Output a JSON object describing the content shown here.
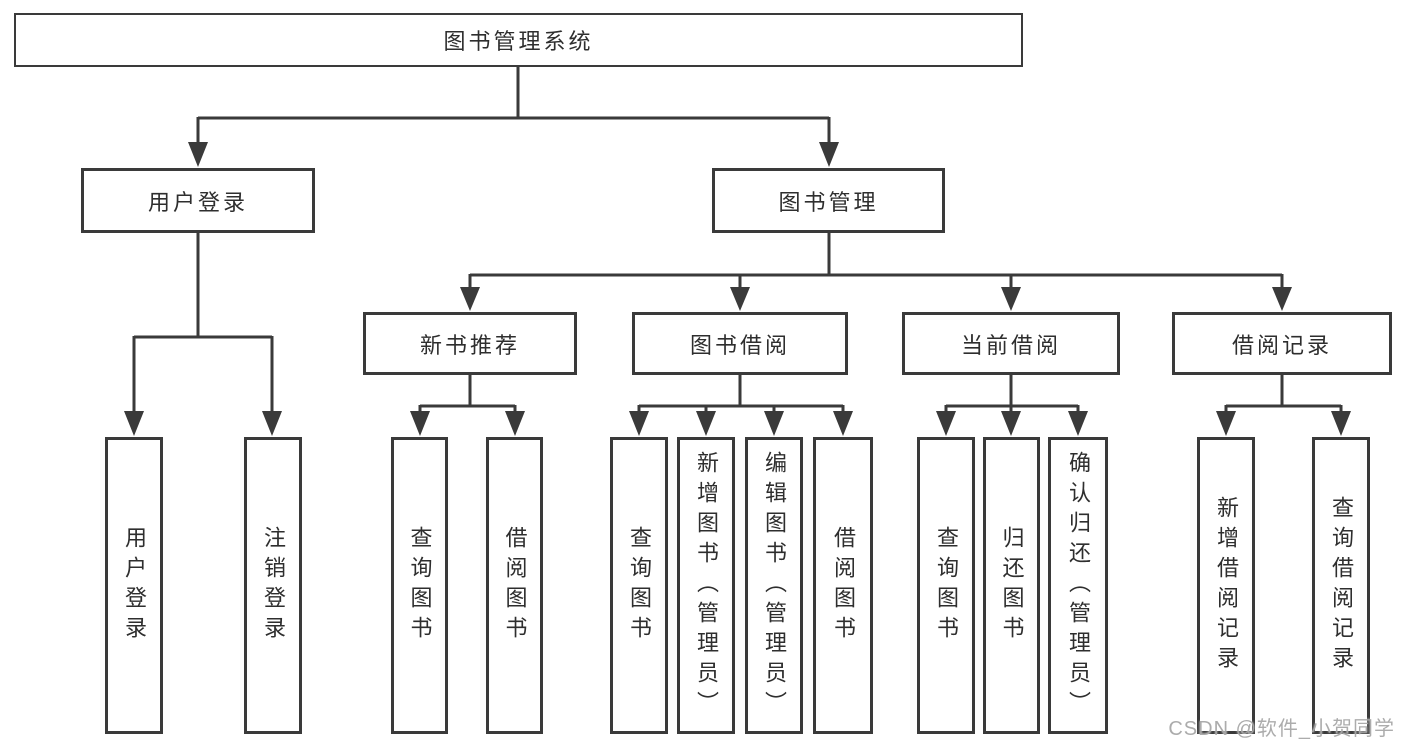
{
  "diagram": {
    "root": {
      "label": "图书管理系统"
    },
    "branches": [
      {
        "label": "用户登录",
        "children": [
          {
            "label": "用户登录"
          },
          {
            "label": "注销登录"
          }
        ]
      },
      {
        "label": "图书管理",
        "children": [
          {
            "label": "新书推荐",
            "children": [
              {
                "label": "查询图书"
              },
              {
                "label": "借阅图书"
              }
            ]
          },
          {
            "label": "图书借阅",
            "children": [
              {
                "label": "查询图书"
              },
              {
                "label": "新增图书（管理员）"
              },
              {
                "label": "编辑图书（管理员）"
              },
              {
                "label": "借阅图书"
              }
            ]
          },
          {
            "label": "当前借阅",
            "children": [
              {
                "label": "查询图书"
              },
              {
                "label": "归还图书"
              },
              {
                "label": "确认归还（管理员）"
              }
            ]
          },
          {
            "label": "借阅记录",
            "children": [
              {
                "label": "新增借阅记录"
              },
              {
                "label": "查询借阅记录"
              }
            ]
          }
        ]
      }
    ]
  },
  "watermark": {
    "text": "CSDN @软件_小贺同学"
  },
  "colors": {
    "line": "#3a3a3a",
    "box_border": "#3a3a3a",
    "text": "#2e2e2e",
    "background": "#ffffff",
    "watermark": "#a5a5a5"
  }
}
